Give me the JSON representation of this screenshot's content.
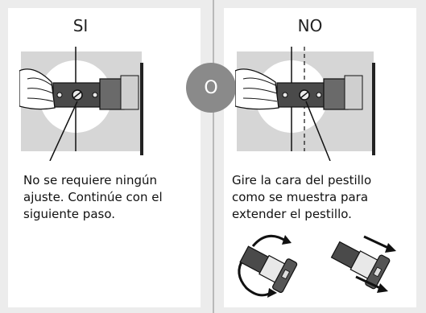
{
  "left_panel": {
    "heading": "SI",
    "description_lines": [
      "No se requiere ningún",
      "ajuste. Continúe con el",
      "siguiente paso."
    ]
  },
  "divider_badge": "O",
  "right_panel": {
    "heading": "NO",
    "description_lines": [
      "Gire la cara del pestillo",
      "como se muestra para",
      "extender el pestillo."
    ]
  },
  "colors": {
    "background": "#ececec",
    "panel": "#ffffff",
    "divider": "#b9b9b9",
    "badge": "#8a8a8a"
  }
}
